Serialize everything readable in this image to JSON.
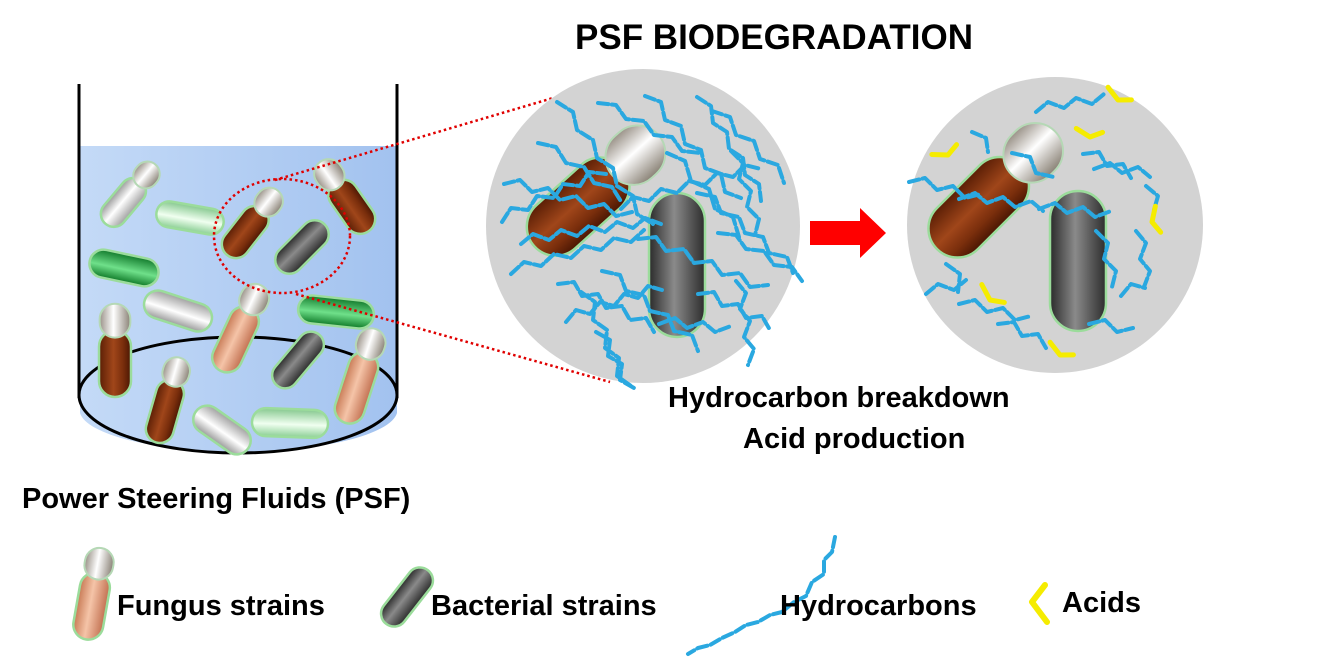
{
  "title": "PSF BIODEGRADATION",
  "beaker_label": "Power Steering Fluids (PSF)",
  "result_lines": [
    "Hydrocarbon breakdown",
    "Acid production"
  ],
  "legend": {
    "fungus": "Fungus strains",
    "bacterial": "Bacterial strains",
    "hydrocarbons": "Hydrocarbons",
    "acids": "Acids"
  },
  "colors": {
    "fluid": "#a9c7f2",
    "circle_bg": "#d3d3d3",
    "hydrocarbon": "#2aa8e0",
    "acid": "#f2ea00",
    "arrow": "#ff0000",
    "zoom_line": "#e00000",
    "fungus_brown": "#8b3a12",
    "fungus_peach": "#e8a07c",
    "fungus_cap": "#e8e4dc",
    "bacteria_gray": "#555555",
    "bacteria_green": "#2bb34a",
    "bacteria_pale_green": "#b8e8b8",
    "bacteria_white": "#e0e0e0",
    "outline_green": "#8fd48f"
  }
}
